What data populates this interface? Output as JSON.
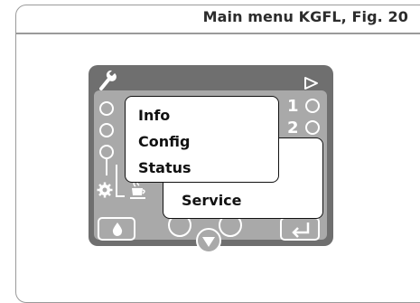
{
  "caption": "Main menu KGFL, Fig. 20",
  "menu": {
    "items": [
      "Info",
      "Config",
      "Status"
    ],
    "submenu_item": "Service"
  },
  "side_numbers": [
    "1",
    "2"
  ],
  "icons": [
    "wrench-icon",
    "play-triangle-icon",
    "gear-icon",
    "cup-icon",
    "water-drop-icon",
    "enter-icon",
    "down-arrow-icon"
  ],
  "colors": {
    "panel": "#6f6f6f",
    "panel_face": "#a9a9a9",
    "popup": "#ffffff"
  }
}
